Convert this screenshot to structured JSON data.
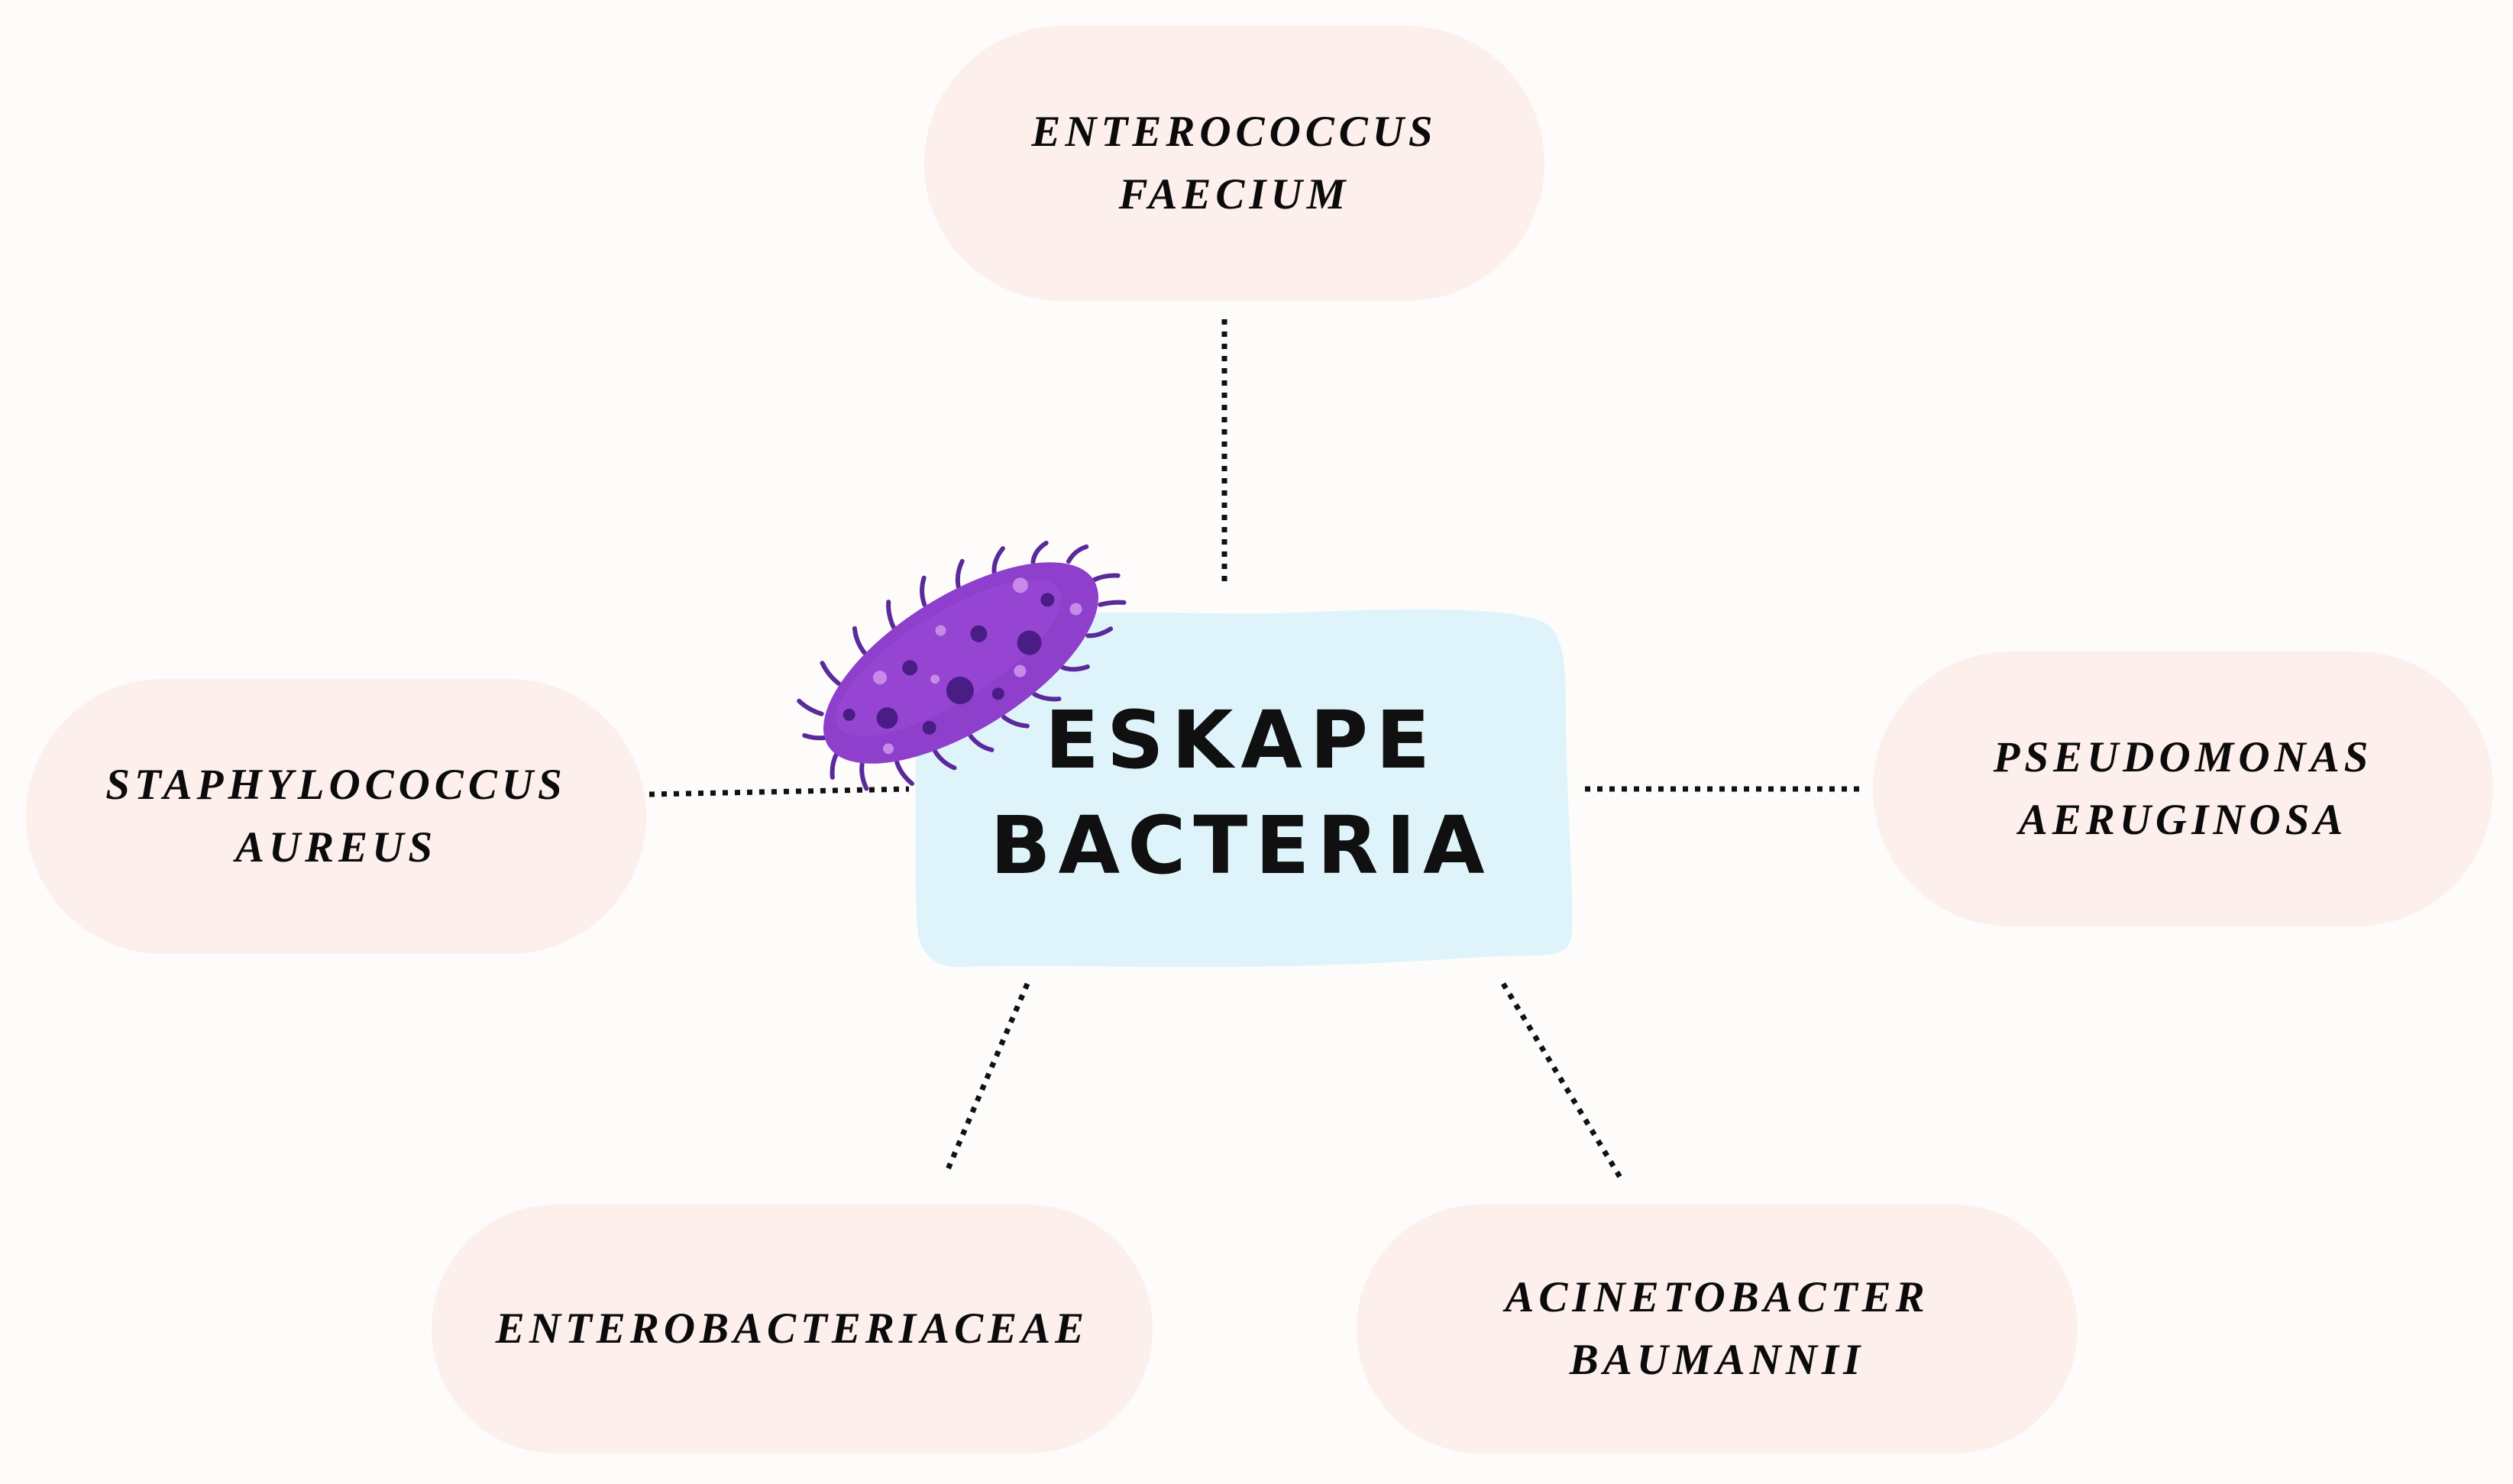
{
  "diagram": {
    "center": {
      "line1": "ESKAPE",
      "line2": "BACTERIA"
    },
    "nodes": {
      "top": {
        "line1": "ENTEROCOCCUS",
        "line2": "FAECIUM"
      },
      "left": {
        "line1": "STAPHYLOCOCCUS",
        "line2": "AUREUS"
      },
      "right": {
        "line1": "PSEUDOMONAS",
        "line2": "AERUGINOSA"
      },
      "bottom_left": {
        "line1": "ENTEROBACTERIACEAE"
      },
      "bottom_right": {
        "line1": "ACINETOBACTER",
        "line2": "BAUMANNII"
      }
    },
    "icon": "bacterium-icon",
    "colors": {
      "center_fill": "#dff4fa",
      "node_fill": "#fcefec",
      "bacterium_body": "#8e3fcc",
      "bacterium_dark": "#4a1d86",
      "bacterium_light": "#c68ae8",
      "connector": "#111111"
    }
  }
}
